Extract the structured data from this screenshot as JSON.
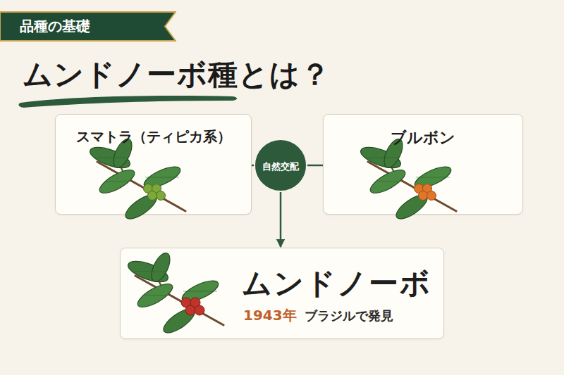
{
  "diagram": {
    "title": "ムンドノーボ種とは？",
    "nodes": [
      {
        "text": [
          "品種の基礎"
        ]
      },
      {
        "text": [
          "スマトラ（ティピカ系）"
        ]
      },
      {
        "text": [
          "自然交配"
        ]
      },
      {
        "text": [
          "ブルボン"
        ]
      },
      {
        "text": [
          "ムンドノーボ",
          "1943年",
          "ブラジルで発見"
        ]
      }
    ],
    "edges": [
      {
        "from": 1,
        "to": 2,
        "arrow": "none"
      },
      {
        "from": 3,
        "to": 2,
        "arrow": "none"
      },
      {
        "from": 2,
        "to": 4,
        "arrow": "to"
      }
    ]
  }
}
